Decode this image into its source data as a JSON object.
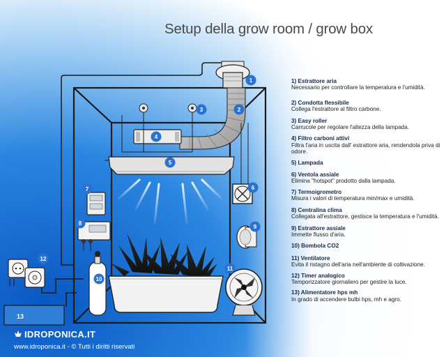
{
  "title": "Setup della grow room / grow box",
  "markers": [
    "1",
    "2",
    "3",
    "4",
    "5",
    "6",
    "7",
    "8",
    "9",
    "10",
    "11",
    "12",
    "13"
  ],
  "components": [
    {
      "head": "1) Estrattore aria",
      "desc": "Necessario per controllare la temperatura e l'umidità."
    },
    {
      "head": "2) Condotta flessibile",
      "desc": "Collega l'estrattore al filtro carbone."
    },
    {
      "head": "3) Easy roller",
      "desc": "Carrucole per regolare l'altezza della lampada."
    },
    {
      "head": "4) Filtro carboni attivi",
      "desc": "Filtra l'aria in uscita dall' estrattore aria, rendendola priva di odore."
    },
    {
      "head": "5) Lampada",
      "desc": ""
    },
    {
      "head": "6) Ventola assiale",
      "desc": "Elimina \"hotspot\" prodotto dalla lampada."
    },
    {
      "head": "7) Termoigrometro",
      "desc": "Misura i valori di temperatura min/max e umidità."
    },
    {
      "head": "8) Centralina clima",
      "desc": "Collegata all'estrattore, gestisce la temperatura e l'umidità."
    },
    {
      "head": "9) Estrattore assiale",
      "desc": "Immette flusso d'aria."
    },
    {
      "head": "10) Bombola CO2",
      "desc": ""
    },
    {
      "head": "11) Ventilatore",
      "desc": "Evita il ristagno dell'aria nell'ambiente di coltivazione."
    },
    {
      "head": "12) Timer analogico",
      "desc": "Temporizzatore giornaliero per gestire la luce."
    },
    {
      "head": "13) Alimentatore hps mh",
      "desc": "In grado di accendere bulbi hps, mh e agro."
    }
  ],
  "brand": "IDROPONICA.IT",
  "copyright": "www.idroponica.it - © Tutti i diritti riservati",
  "colors": {
    "background_blue": "#1b73d4",
    "box_fill": "#2f7fd8",
    "marker_fill": "#2a72d0",
    "dark_text": "#1a1a1a"
  }
}
